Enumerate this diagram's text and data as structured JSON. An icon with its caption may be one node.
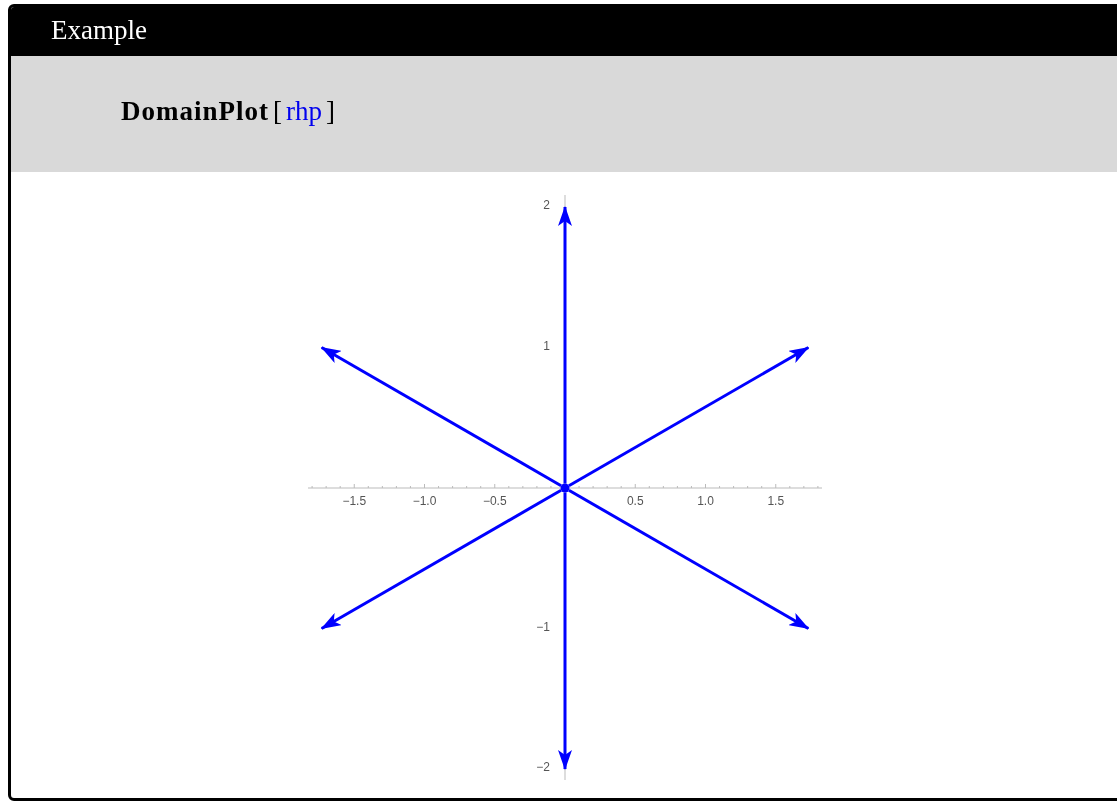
{
  "diagram": {
    "title": "Example",
    "labels": [
      "DomainPlot",
      "[",
      "rhp",
      "]",
      "2",
      "1",
      "−1.5",
      "−1.0",
      "−0.5",
      "0.5",
      "1.0",
      "1.5",
      "−1",
      "−2"
    ]
  }
}
